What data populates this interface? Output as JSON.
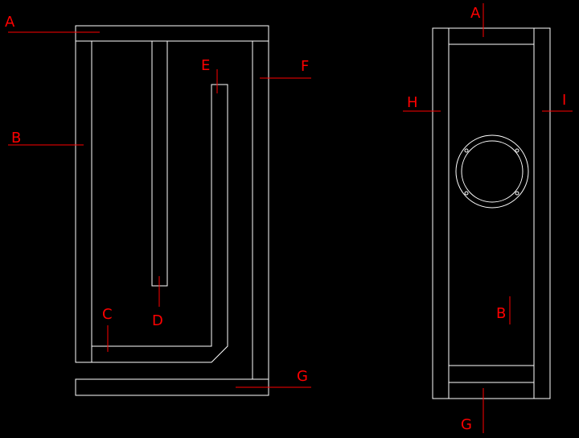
{
  "labels": {
    "side": {
      "a": "A",
      "b": "B",
      "c": "C",
      "d": "D",
      "e": "E",
      "f": "F",
      "g": "G"
    },
    "front": {
      "a": "A",
      "h": "H",
      "i": "I",
      "b": "B",
      "g": "G"
    }
  },
  "colors": {
    "background": "#000000",
    "outline": "#ffffff",
    "annotation": "#ff0000"
  }
}
